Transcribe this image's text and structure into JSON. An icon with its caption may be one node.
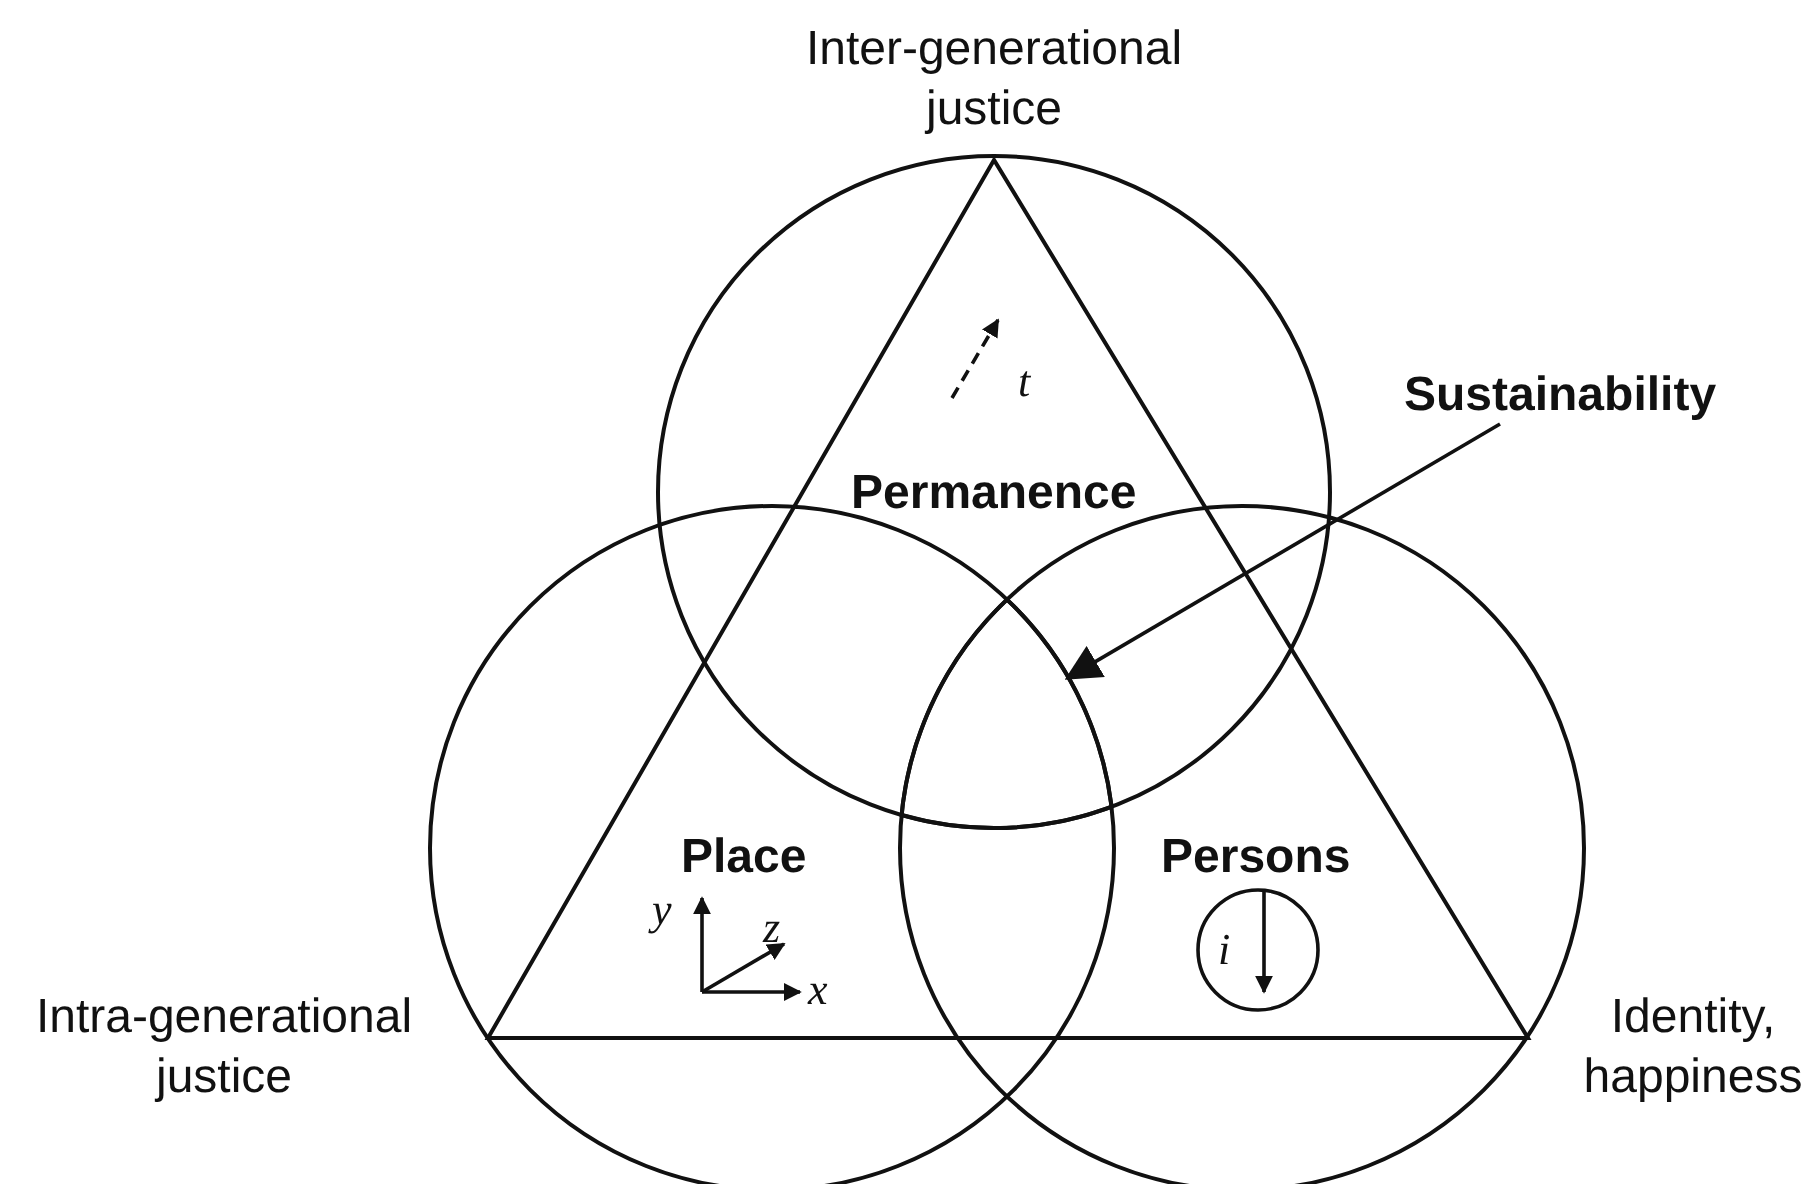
{
  "diagram": {
    "nodes": [
      {
        "text": [
          "Sustainability"
        ]
      },
      {
        "text": [],
        "shape": "region"
      }
    ],
    "edges": [
      {
        "from": 0,
        "to": 1,
        "arrow": "to"
      }
    ],
    "labels": [
      "Inter-generational justice",
      "t",
      "Permanence",
      "Place",
      "Persons",
      "y",
      "z",
      "x",
      "i",
      "Intra-generational justice",
      "Identity, happiness"
    ]
  }
}
